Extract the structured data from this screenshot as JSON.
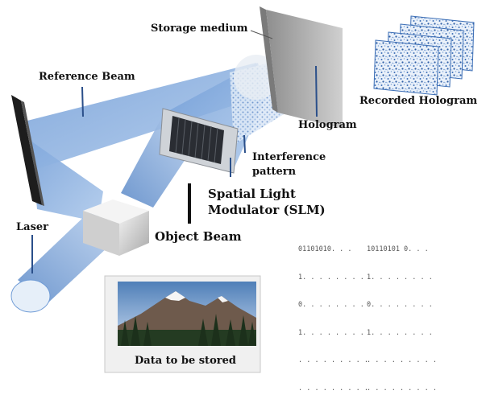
{
  "labels": {
    "storage_medium": "Storage medium",
    "reference_beam": "Reference Beam",
    "hologram": "Hologram",
    "recorded_hologram": "Recorded Hologram",
    "interference_line1": "Interference",
    "interference_line2": "pattern",
    "slm_line1": "Spatial Light",
    "slm_line2": "Modulator (SLM)",
    "object_beam": "Object Beam",
    "laser": "Laser",
    "data_to_be_stored": "Data to be stored"
  },
  "bit_columns": [
    [
      "01101010. . .",
      "1. . . . . . . .",
      "0. . . . . . . .",
      "1. . . . . . . .",
      ". . . . . . . . .",
      ". . . . . . . . ."
    ],
    [
      "10110101 0. . .",
      "1. . . . . . . .",
      "0. . . . . . . .",
      "1. . . . . . . .",
      ". . . . . . . . .",
      ". . . . . . . . ."
    ]
  ],
  "colors": {
    "beam": "#8fb4e0",
    "beam_dark": "#5f8cc9",
    "panel": "#2b2b2b",
    "storage": "#b9b9b9",
    "cube": "#d6d6d6"
  },
  "icons": [
    "mirror-panel",
    "beam-splitter-cube",
    "slm-panel",
    "storage-medium-slab",
    "hologram-sheets",
    "landscape-photo"
  ]
}
